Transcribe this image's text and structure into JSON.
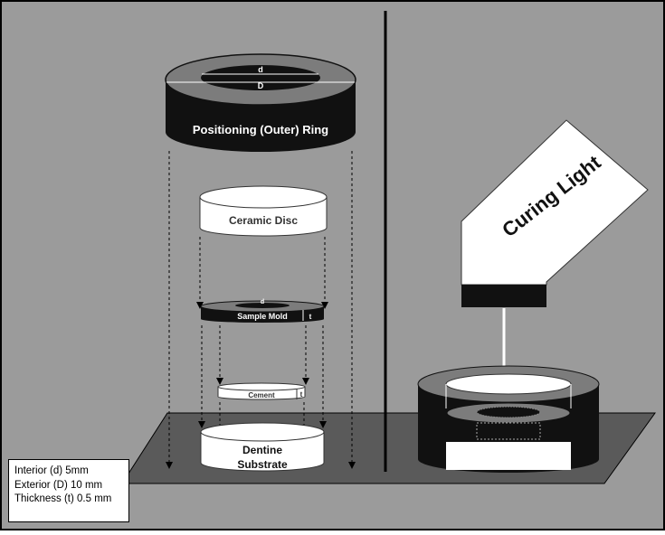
{
  "outer_ring": {
    "label": "Positioning (Outer) Ring",
    "inner_dim_label": "d",
    "outer_dim_label": "D"
  },
  "ceramic_disc": {
    "label": "Ceramic Disc"
  },
  "sample_mold": {
    "label": "Sample Mold",
    "inner_dim_label": "d",
    "thickness_label": "t"
  },
  "cement": {
    "label": "Cement",
    "thickness_label": "t"
  },
  "dentine": {
    "label_line1": "Dentine",
    "label_line2": "Substrate"
  },
  "curing_light": {
    "label": "Curing Light"
  },
  "legend": {
    "interior": "Interior (d) 5mm",
    "exterior": "Exterior (D) 10 mm",
    "thickness": "Thickness (t) 0.5 mm"
  },
  "colors": {
    "panel_gray": "#9b9b9b",
    "platform": "#5a5a5a",
    "ring_top": "#7c7c7c",
    "ring_dark": "#111111"
  }
}
